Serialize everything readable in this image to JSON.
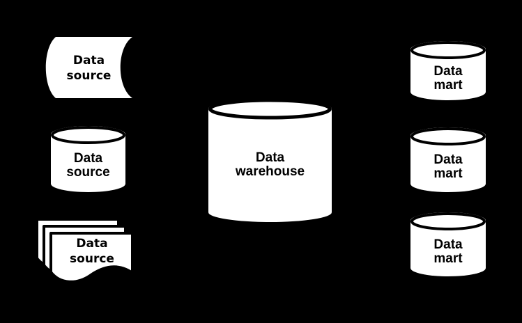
{
  "diagram": {
    "background_color": "#000000",
    "shape_fill_color": "#ffffff",
    "shape_stroke_color": "#000000",
    "nodes": {
      "source_stored": {
        "label": "Data source",
        "shape": "stored-data"
      },
      "source_database": {
        "label": "Data source",
        "shape": "cylinder"
      },
      "source_documents": {
        "label": "Data source",
        "shape": "multi-document"
      },
      "warehouse": {
        "label": "Data warehouse",
        "shape": "cylinder"
      },
      "mart_top": {
        "label": "Data mart",
        "shape": "cylinder"
      },
      "mart_middle": {
        "label": "Data mart",
        "shape": "cylinder"
      },
      "mart_bottom": {
        "label": "Data mart",
        "shape": "cylinder"
      }
    }
  }
}
